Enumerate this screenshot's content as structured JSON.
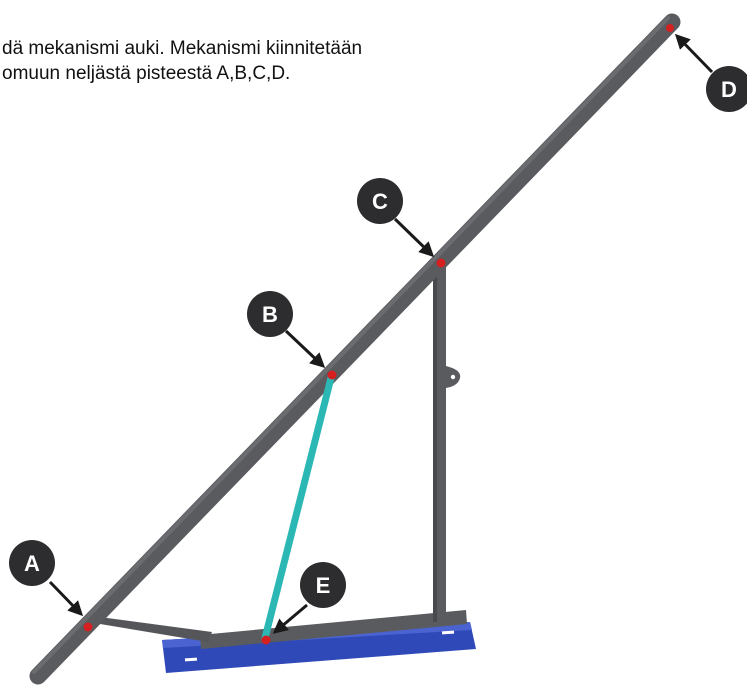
{
  "caption": {
    "line1": "dä mekanismi auki. Mekanismi kiinnitetään",
    "line2": "omuun neljästä  pisteestä A,B,C,D."
  },
  "markers": {
    "a": "A",
    "b": "B",
    "c": "C",
    "d": "D",
    "e": "E"
  },
  "colors": {
    "frame": "#5a5b5f",
    "frame_dark": "#3c3d40",
    "strut": "#2bb7b3",
    "base_rail": "#2f49b8",
    "pivot": "#d42020",
    "badge": "#2d2d2f"
  }
}
